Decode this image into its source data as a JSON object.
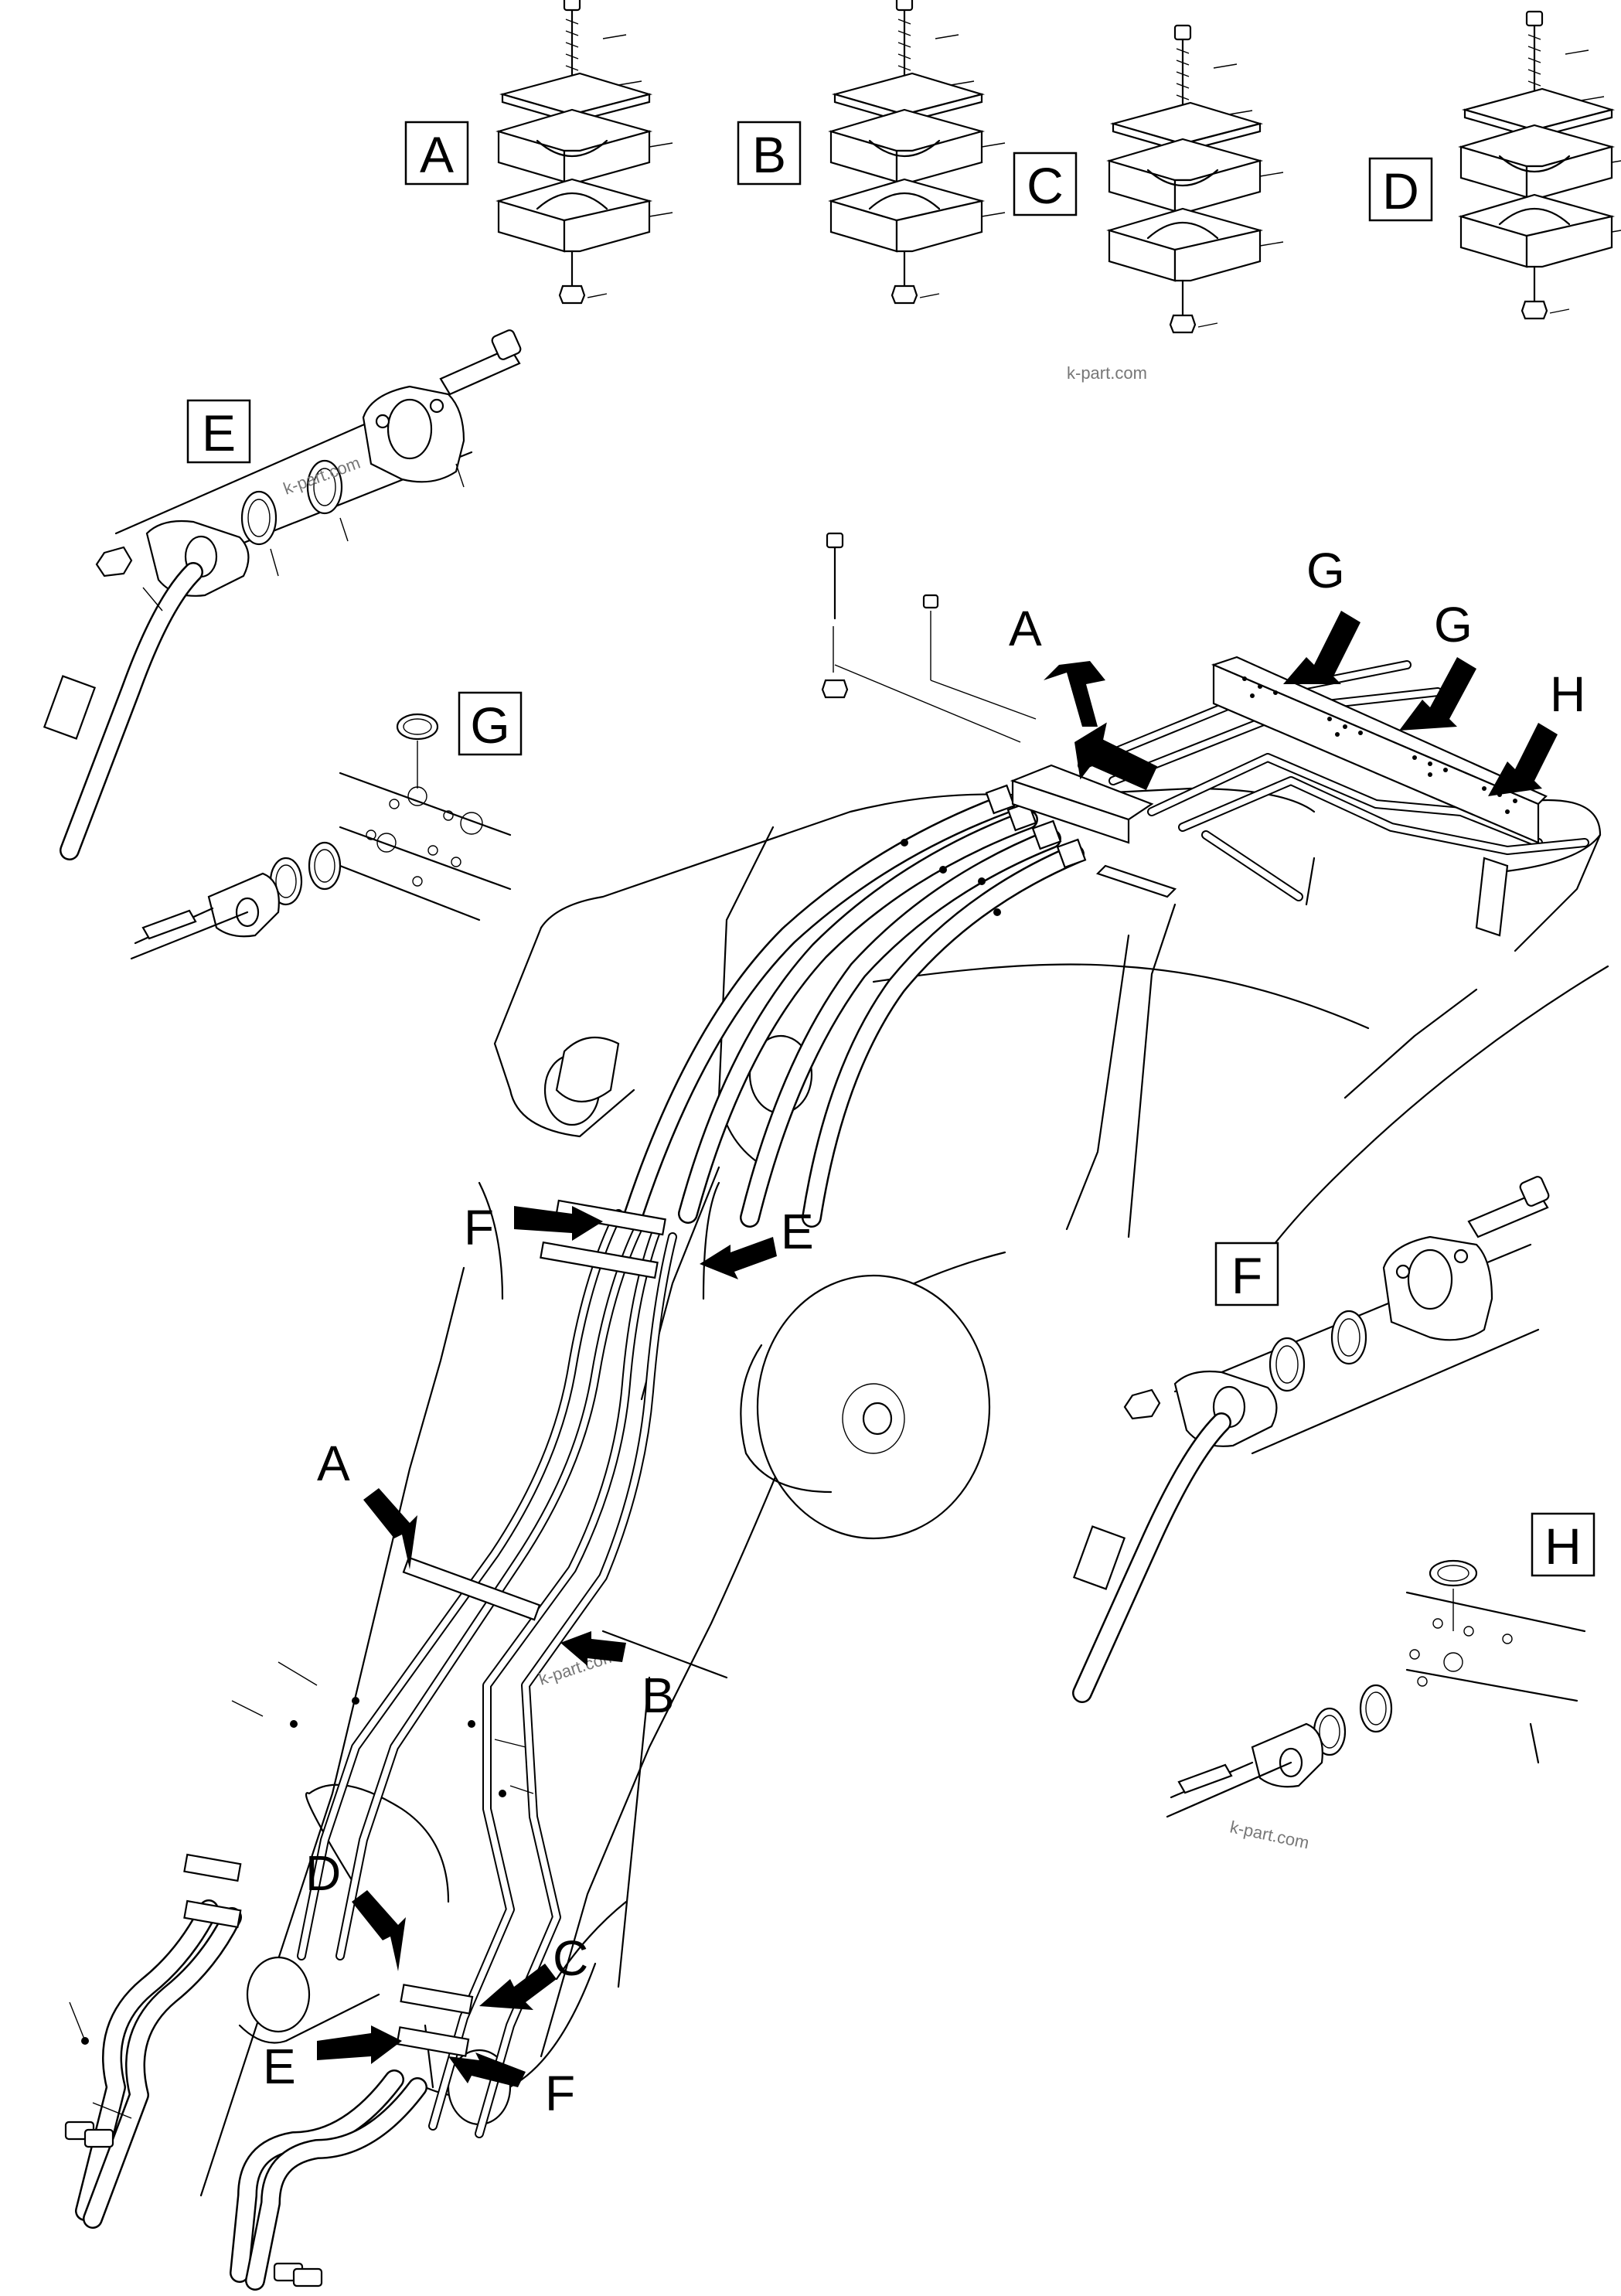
{
  "callouts": {
    "clamp_a": "A",
    "clamp_b": "B",
    "clamp_c": "C",
    "clamp_d": "D",
    "detail_e": "E",
    "detail_f": "F",
    "detail_g": "G",
    "detail_h": "H"
  },
  "arrow_labels": {
    "top_a": "A",
    "top_g1": "G",
    "top_g2": "G",
    "top_h": "H",
    "mid_f": "F",
    "mid_e": "E",
    "low_a": "A",
    "low_b": "B",
    "bot_d": "D",
    "bot_c": "C",
    "bot_e": "E",
    "bot_f": "F"
  },
  "watermarks": {
    "wm1": "k-part.com",
    "wm2": "k-part.com",
    "wm3": "k-part.com",
    "wm4": "k-part.com"
  },
  "colors": {
    "line": "#000000",
    "background": "#ffffff",
    "watermark": "#777777"
  }
}
